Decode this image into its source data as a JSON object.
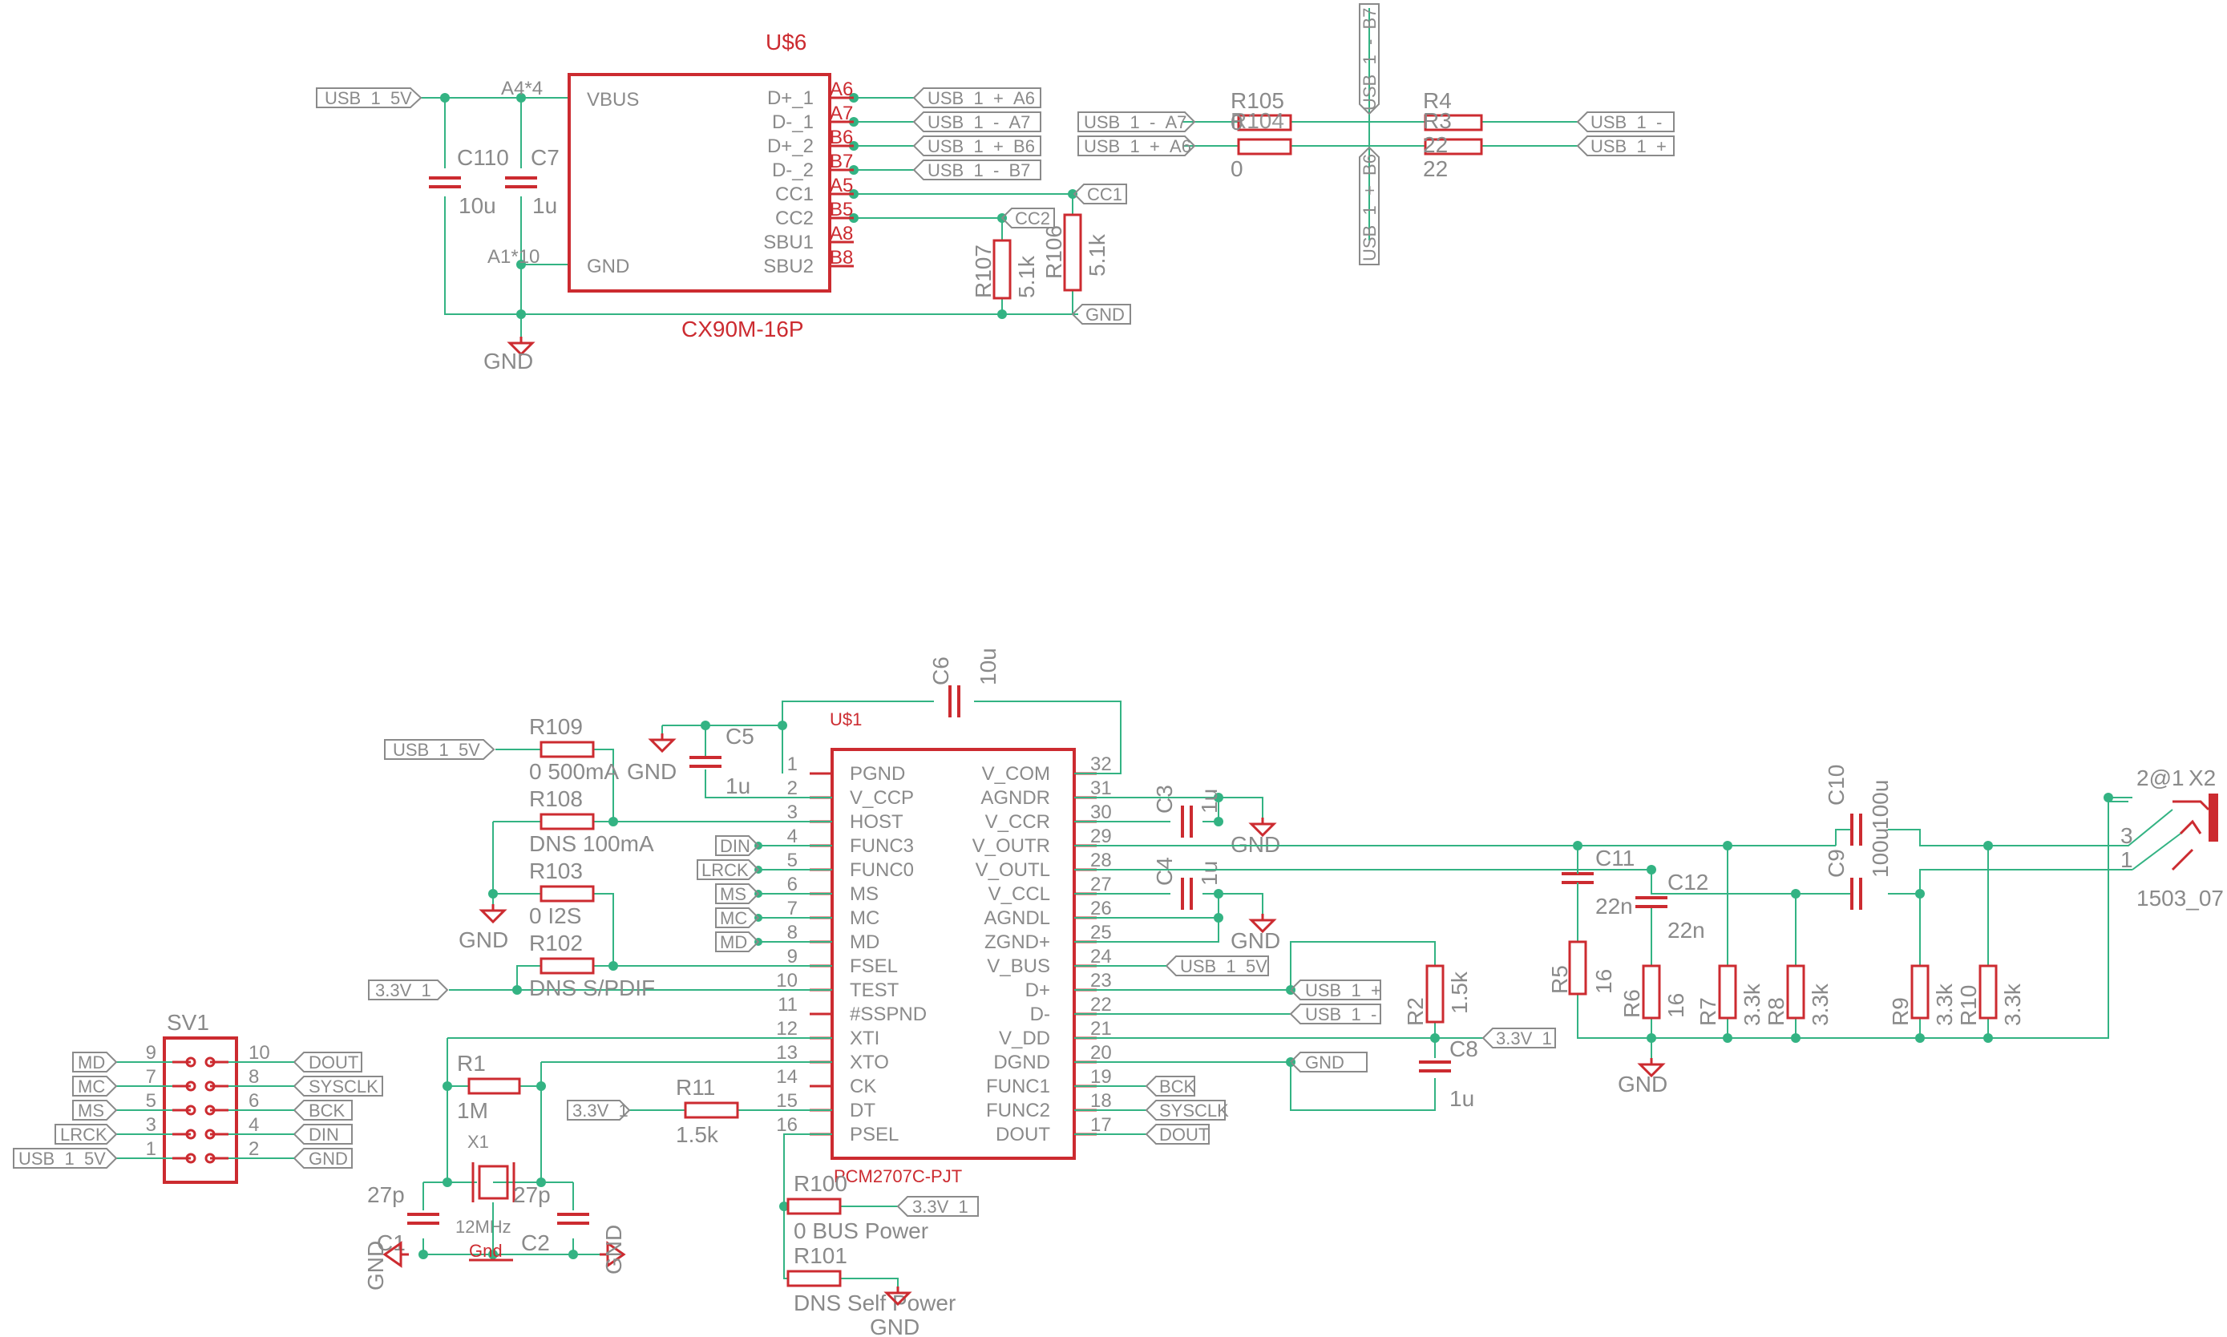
{
  "u6": {
    "name": "U$6",
    "part": "CX90M-16P",
    "a4": "A4*4",
    "a1": "A1*10",
    "vbus": "VBUS",
    "gnd": "GND",
    "pins": [
      {
        "label": "D+_1",
        "num": "A6",
        "net": "USB_1_+_A6"
      },
      {
        "label": "D-_1",
        "num": "A7",
        "net": "USB_1_-_A7"
      },
      {
        "label": "D+_2",
        "num": "B6",
        "net": "USB_1_+_B6"
      },
      {
        "label": "D-_2",
        "num": "B7",
        "net": "USB_1_-_B7"
      },
      {
        "label": "CC1",
        "num": "A5",
        "net": ""
      },
      {
        "label": "CC2",
        "num": "B5",
        "net": ""
      },
      {
        "label": "SBU1",
        "num": "A8",
        "net": ""
      },
      {
        "label": "SBU2",
        "num": "B8",
        "net": ""
      }
    ]
  },
  "u1": {
    "name": "U$1",
    "part": "PCM2707C-PJT",
    "left_pins": [
      {
        "num": "1",
        "label": "PGND"
      },
      {
        "num": "2",
        "label": "V_CCP"
      },
      {
        "num": "3",
        "label": "HOST"
      },
      {
        "num": "4",
        "label": "FUNC3"
      },
      {
        "num": "5",
        "label": "FUNC0"
      },
      {
        "num": "6",
        "label": "MS"
      },
      {
        "num": "7",
        "label": "MC"
      },
      {
        "num": "8",
        "label": "MD"
      },
      {
        "num": "9",
        "label": "FSEL"
      },
      {
        "num": "10",
        "label": "TEST"
      },
      {
        "num": "11",
        "label": "#SSPND"
      },
      {
        "num": "12",
        "label": "XTI"
      },
      {
        "num": "13",
        "label": "XTO"
      },
      {
        "num": "14",
        "label": "CK"
      },
      {
        "num": "15",
        "label": "DT"
      },
      {
        "num": "16",
        "label": "PSEL"
      }
    ],
    "right_pins": [
      {
        "num": "32",
        "label": "V_COM"
      },
      {
        "num": "31",
        "label": "AGNDR"
      },
      {
        "num": "30",
        "label": "V_CCR"
      },
      {
        "num": "29",
        "label": "V_OUTR"
      },
      {
        "num": "28",
        "label": "V_OUTL"
      },
      {
        "num": "27",
        "label": "V_CCL"
      },
      {
        "num": "26",
        "label": "AGNDL"
      },
      {
        "num": "25",
        "label": "ZGND+"
      },
      {
        "num": "24",
        "label": "V_BUS"
      },
      {
        "num": "23",
        "label": "D+"
      },
      {
        "num": "22",
        "label": "D-"
      },
      {
        "num": "21",
        "label": "V_DD"
      },
      {
        "num": "20",
        "label": "DGND"
      },
      {
        "num": "19",
        "label": "FUNC1"
      },
      {
        "num": "18",
        "label": "FUNC2"
      },
      {
        "num": "17",
        "label": "DOUT"
      }
    ]
  },
  "nets": {
    "usb_5v": "USB_1_5V",
    "v33": "3.3V_1",
    "gnd": "GND",
    "cc1": "CC1",
    "cc2": "CC2",
    "usb_plus": "USB_1_+",
    "usb_minus": "USB_1_-",
    "a7": "USB_1_-_A7",
    "a6": "USB_1_+_A6",
    "b7": "USB_1_-_B7",
    "b6": "USB_1_+_B6",
    "din": "DIN",
    "lrck": "LRCK",
    "ms": "MS",
    "mc": "MC",
    "md": "MD",
    "bck": "BCK",
    "sysclk": "SYSCLK",
    "dout": "DOUT"
  },
  "parts": {
    "c110": {
      "name": "C110",
      "value": "10u"
    },
    "c7": {
      "name": "C7",
      "value": "1u"
    },
    "r107": {
      "name": "R107",
      "value": "5.1k"
    },
    "r106": {
      "name": "R106",
      "value": "5.1k"
    },
    "r105": {
      "name": "R105",
      "value": "0"
    },
    "r104": {
      "name": "R104",
      "value": "0"
    },
    "r4": {
      "name": "R4",
      "value": "22"
    },
    "r3": {
      "name": "R3",
      "value": "22"
    },
    "c6": {
      "name": "C6",
      "value": "10u"
    },
    "c5": {
      "name": "C5",
      "value": "1u"
    },
    "r109": {
      "name": "R109",
      "value": "0 500mA"
    },
    "r108": {
      "name": "R108",
      "value": "DNS 100mA"
    },
    "r103": {
      "name": "R103",
      "value": "0 I2S"
    },
    "r102": {
      "name": "R102",
      "value": "DNS S/PDIF"
    },
    "c3": {
      "name": "C3",
      "value": "1u"
    },
    "c4": {
      "name": "C4",
      "value": "1u"
    },
    "r2": {
      "name": "R2",
      "value": "1.5k"
    },
    "c8": {
      "name": "C8",
      "value": "1u"
    },
    "r1": {
      "name": "R1",
      "value": "1M"
    },
    "r11": {
      "name": "R11",
      "value": "1.5k"
    },
    "x1": {
      "name": "X1",
      "value": "12MHz",
      "gnd": "Gnd"
    },
    "c1": {
      "name": "C1",
      "value": "27p"
    },
    "c2": {
      "name": "C2",
      "value": "27p"
    },
    "r100": {
      "name": "R100",
      "value": "0 BUS Power"
    },
    "r101": {
      "name": "R101",
      "value": "DNS Self Power"
    },
    "c11": {
      "name": "C11",
      "value": "22n"
    },
    "c12": {
      "name": "C12",
      "value": "22n"
    },
    "c10": {
      "name": "C10",
      "value": "100u"
    },
    "c9": {
      "name": "C9",
      "value": "100u"
    },
    "r5": {
      "name": "R5",
      "value": "16"
    },
    "r6": {
      "name": "R6",
      "value": "16"
    },
    "r7": {
      "name": "R7",
      "value": "3.3k"
    },
    "r8": {
      "name": "R8",
      "value": "3.3k"
    },
    "r9": {
      "name": "R9",
      "value": "3.3k"
    },
    "r10": {
      "name": "R10",
      "value": "3.3k"
    }
  },
  "sv1": {
    "name": "SV1",
    "rows": [
      {
        "l": "9",
        "r": "10",
        "ln": "MD",
        "rn": "DOUT"
      },
      {
        "l": "7",
        "r": "8",
        "ln": "MC",
        "rn": "SYSCLK"
      },
      {
        "l": "5",
        "r": "6",
        "ln": "MS",
        "rn": "BCK"
      },
      {
        "l": "3",
        "r": "4",
        "ln": "LRCK",
        "rn": "DIN"
      },
      {
        "l": "1",
        "r": "2",
        "ln": "USB_1_5V",
        "rn": "GND"
      }
    ]
  },
  "x2": {
    "name": "X2",
    "pin_a": "2@1",
    "pin_b": "3",
    "pin_c": "1",
    "part": "1503_07"
  }
}
